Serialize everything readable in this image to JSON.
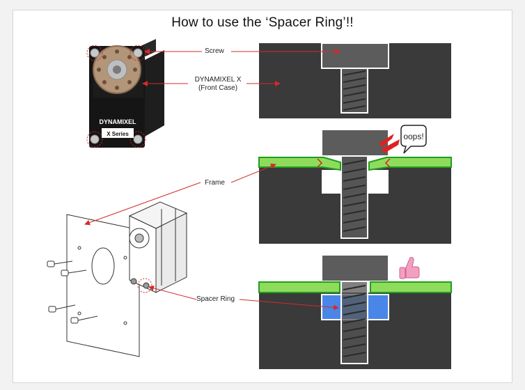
{
  "title": "How to use the ‘Spacer Ring’!!",
  "labels": {
    "screw": "Screw",
    "dynamixel_line1": "DYNAMIXEL X",
    "dynamixel_line2": "(Front Case)",
    "frame": "Frame",
    "spacer_ring": "Spacer Ring"
  },
  "product_text": {
    "brand": "DYNAMIXEL",
    "series": "X Series"
  },
  "callout": "oops!",
  "colors": {
    "case": "#3a3a3a",
    "screw": "#5c5c5c",
    "frame": "#8fdc5c",
    "spacer": "#4a86e8",
    "arrow": "#d22b2b"
  }
}
